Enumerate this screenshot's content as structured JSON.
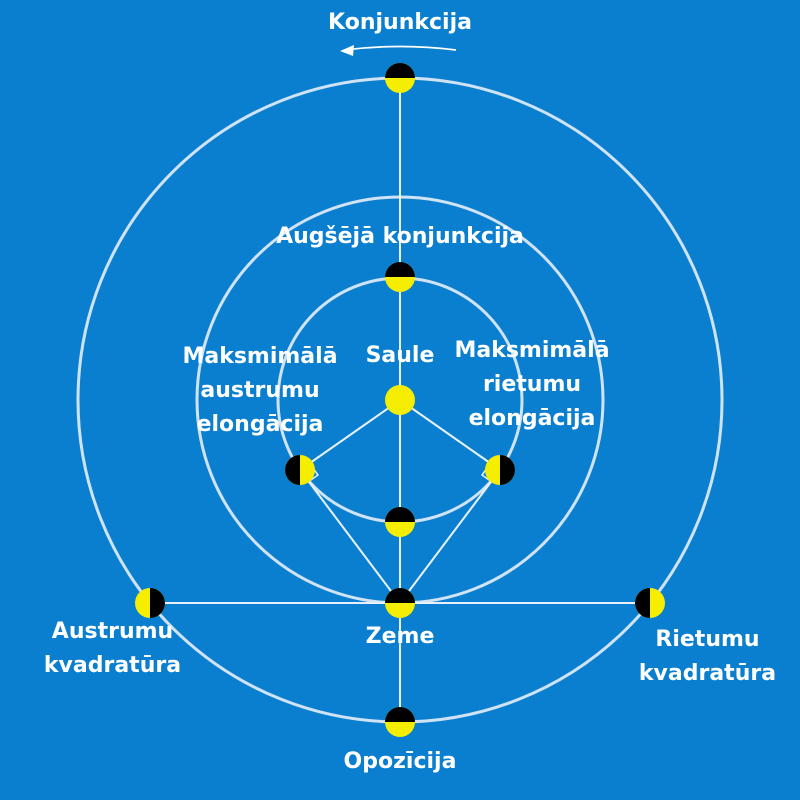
{
  "colors": {
    "background": "#0a7fcf",
    "orbit": "#cfe3f5",
    "line": "#e8f1fb",
    "planet_lit": "#f5ee00",
    "planet_dark": "#000000",
    "sun": "#f5ee00",
    "text": "#ffffff"
  },
  "labels": {
    "conjunction": "Konjunkcija",
    "superior_conjunction": "Augšējā konjunkcija",
    "sun": "Saule",
    "max_east_elongation": [
      "Maksmimālā",
      "austrumu",
      "elongācija"
    ],
    "max_west_elongation": [
      "Maksmimālā",
      "rietumu",
      "elongācija"
    ],
    "earth": "Zeme",
    "east_quadrature": [
      "Austrumu",
      "kvadratūra"
    ],
    "west_quadrature": [
      "Rietumu",
      "kvadratūra"
    ],
    "opposition": "Opozīcija"
  },
  "icons": {
    "orbit_direction": "counterclockwise-arrow-icon",
    "sun": "sun-icon",
    "planet": "half-lit-planet-icon",
    "right_angle": "right-angle-marker-icon"
  }
}
